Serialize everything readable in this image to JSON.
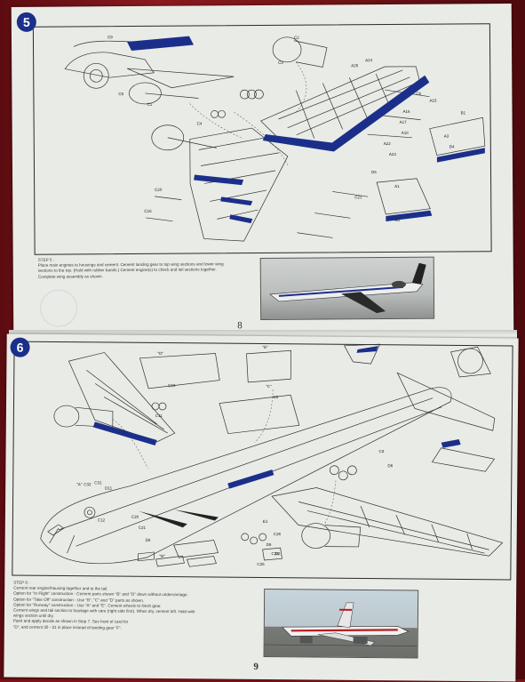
{
  "top_page": {
    "step_number": "5",
    "step_text": "STEP 5 :\nPlace main engines to housings and cement. Cement landing gear to top wing sections and lower wing\nsections to the top. (Hold with rubber bands.) Cement engine(s) to check and tail sections together.\nComplete wing assembly as shown.",
    "page_number": "8",
    "callouts": [
      "C9",
      "C2",
      "C3",
      "C4",
      "C5",
      "C1",
      "C6",
      "A1",
      "A3",
      "A5",
      "A15",
      "A16",
      "A17",
      "A18",
      "A22",
      "A23",
      "A24",
      "A25",
      "B1",
      "B4",
      "C20",
      "C16",
      "C21",
      "D5"
    ]
  },
  "bottom_page": {
    "step_number": "6",
    "step_text": "STEP 6 :\nCement rear engine/housing together and to the tail.\nOption for \"In Flight\" construction - Cement parts shown \"B\" and \"D\" down without undercarriage.\nOption for \"Take Off\" construction - Use \"B\", \"C\" and \"D\" parts as shown.\nOption for \"Runway\" construction - Use \"A\" and \"E\". Cement wheels to finish gear.\nCement wings and tail section to fuselage with care (right side first). When dry, cement left. Hold with\nwings section until dry.\nPaint and apply decals as shown in Step 7. See front of card for\n\"D\", and cement 30 - 31 in place instead of landing gear \"F\".",
    "page_number": "9",
    "callouts": [
      "\"D\"",
      "\"E\"",
      "\"C\"",
      "\"A\"",
      "\"B\"",
      "C11",
      "C10",
      "C9",
      "C32",
      "C31",
      "D11",
      "C20",
      "C21",
      "D8",
      "D9",
      "D6",
      "C8",
      "C24",
      "C25",
      "C26",
      "E1",
      "D2",
      "C12"
    ]
  },
  "colors": {
    "accent_blue": "#1b2f8a",
    "background": "#7a1418",
    "paper": "#e9ebe6"
  }
}
